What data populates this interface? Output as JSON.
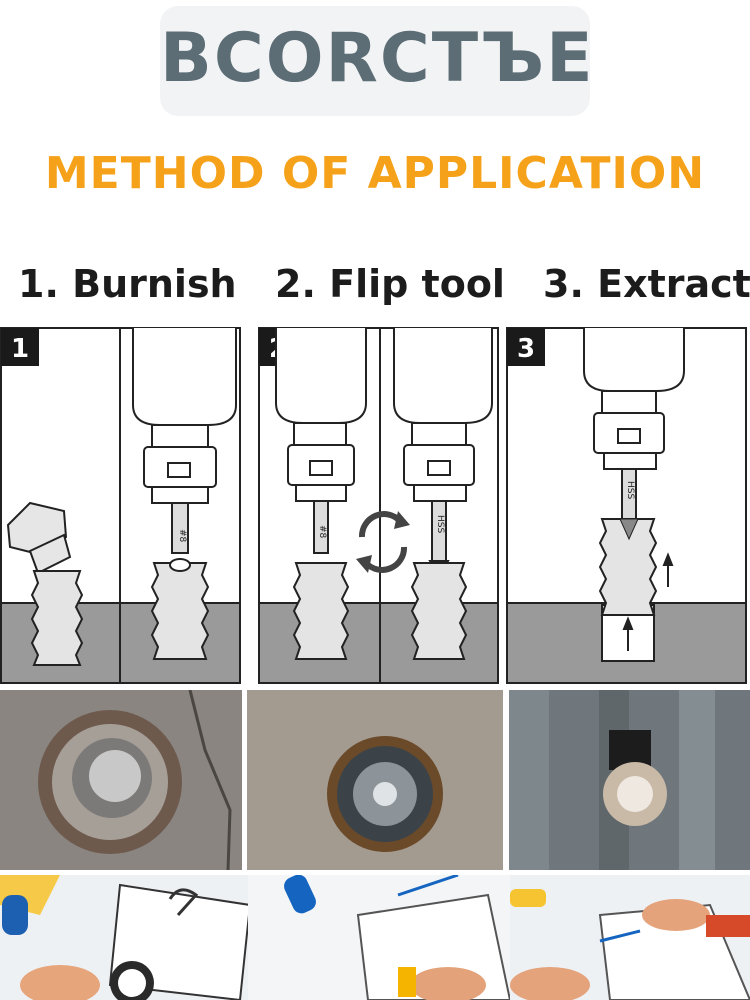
{
  "brand": {
    "name": "BCORCTЪE"
  },
  "heading": "METHOD OF APPLICATION",
  "steps": [
    {
      "number": "1",
      "title": "1. Burnish"
    },
    {
      "number": "2",
      "title": "2. Flip tool"
    },
    {
      "number": "3",
      "title": "3. Extract"
    }
  ],
  "bit_labels": {
    "burnish_side": "#8",
    "extract_side": "HSS"
  },
  "colors": {
    "heading": "#f5a21a",
    "brand": "#5c6d75",
    "ground": "#9a9a9a",
    "accent_blue": "#1565c0"
  }
}
